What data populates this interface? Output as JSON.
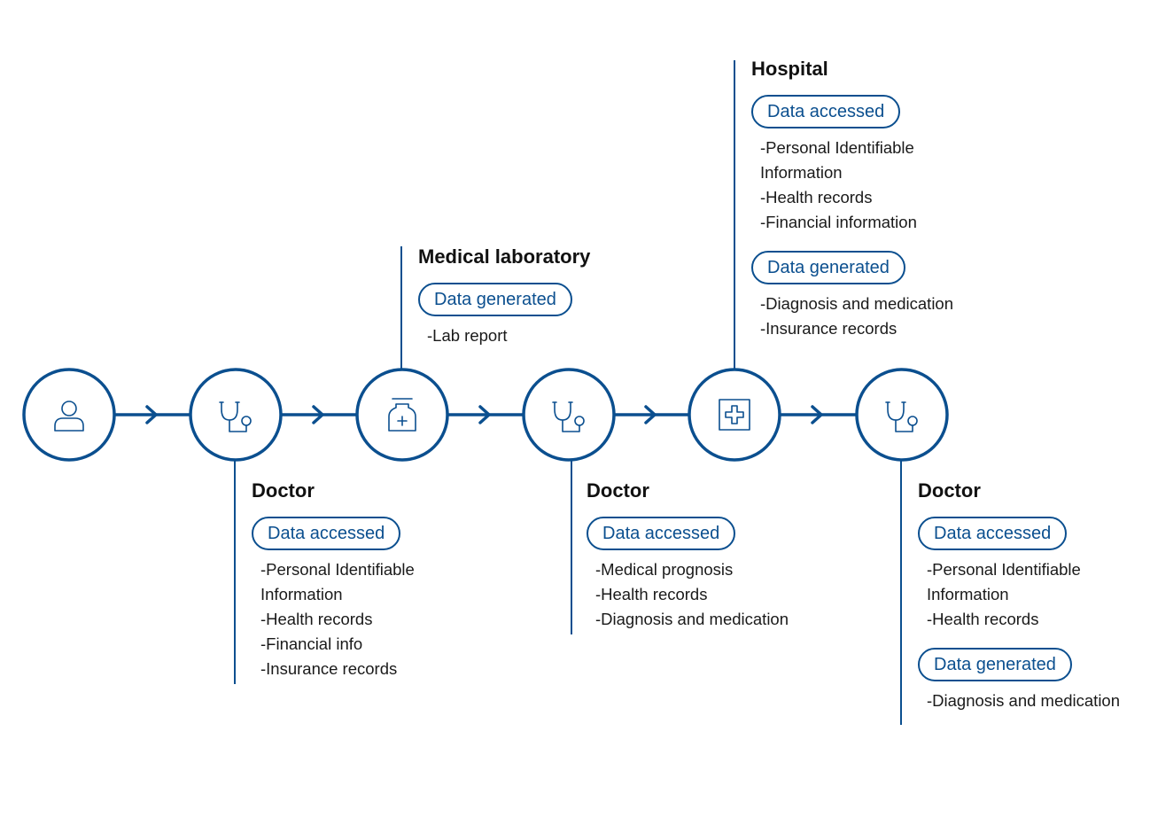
{
  "colors": {
    "accent": "#0b4f8f",
    "text": "#1a1a1a"
  },
  "nodes": [
    {
      "icon": "person-icon"
    },
    {
      "icon": "stethoscope-icon"
    },
    {
      "icon": "medicine-bottle-icon"
    },
    {
      "icon": "stethoscope-icon"
    },
    {
      "icon": "hospital-cross-icon"
    },
    {
      "icon": "stethoscope-icon"
    }
  ],
  "doctor1": {
    "title": "Doctor",
    "accessed_label": "Data accessed",
    "accessed": [
      "-Personal Identifiable\n Information",
      "-Health records",
      "-Financial info",
      "-Insurance records"
    ]
  },
  "lab": {
    "title": "Medical laboratory",
    "generated_label": "Data generated",
    "generated": [
      "-Lab report"
    ]
  },
  "doctor2": {
    "title": "Doctor",
    "accessed_label": "Data accessed",
    "accessed": [
      "-Medical prognosis",
      "-Health records",
      "-Diagnosis and medication"
    ]
  },
  "hospital": {
    "title": "Hospital",
    "accessed_label": "Data accessed",
    "accessed": [
      "-Personal Identifiable\n Information",
      "-Health records",
      "-Financial information"
    ],
    "generated_label": "Data generated",
    "generated": [
      "-Diagnosis and medication",
      "-Insurance records"
    ]
  },
  "doctor3": {
    "title": "Doctor",
    "accessed_label": "Data accessed",
    "accessed": [
      "-Personal Identifiable\n Information",
      "-Health records"
    ],
    "generated_label": "Data generated",
    "generated": [
      "-Diagnosis and medication"
    ]
  }
}
